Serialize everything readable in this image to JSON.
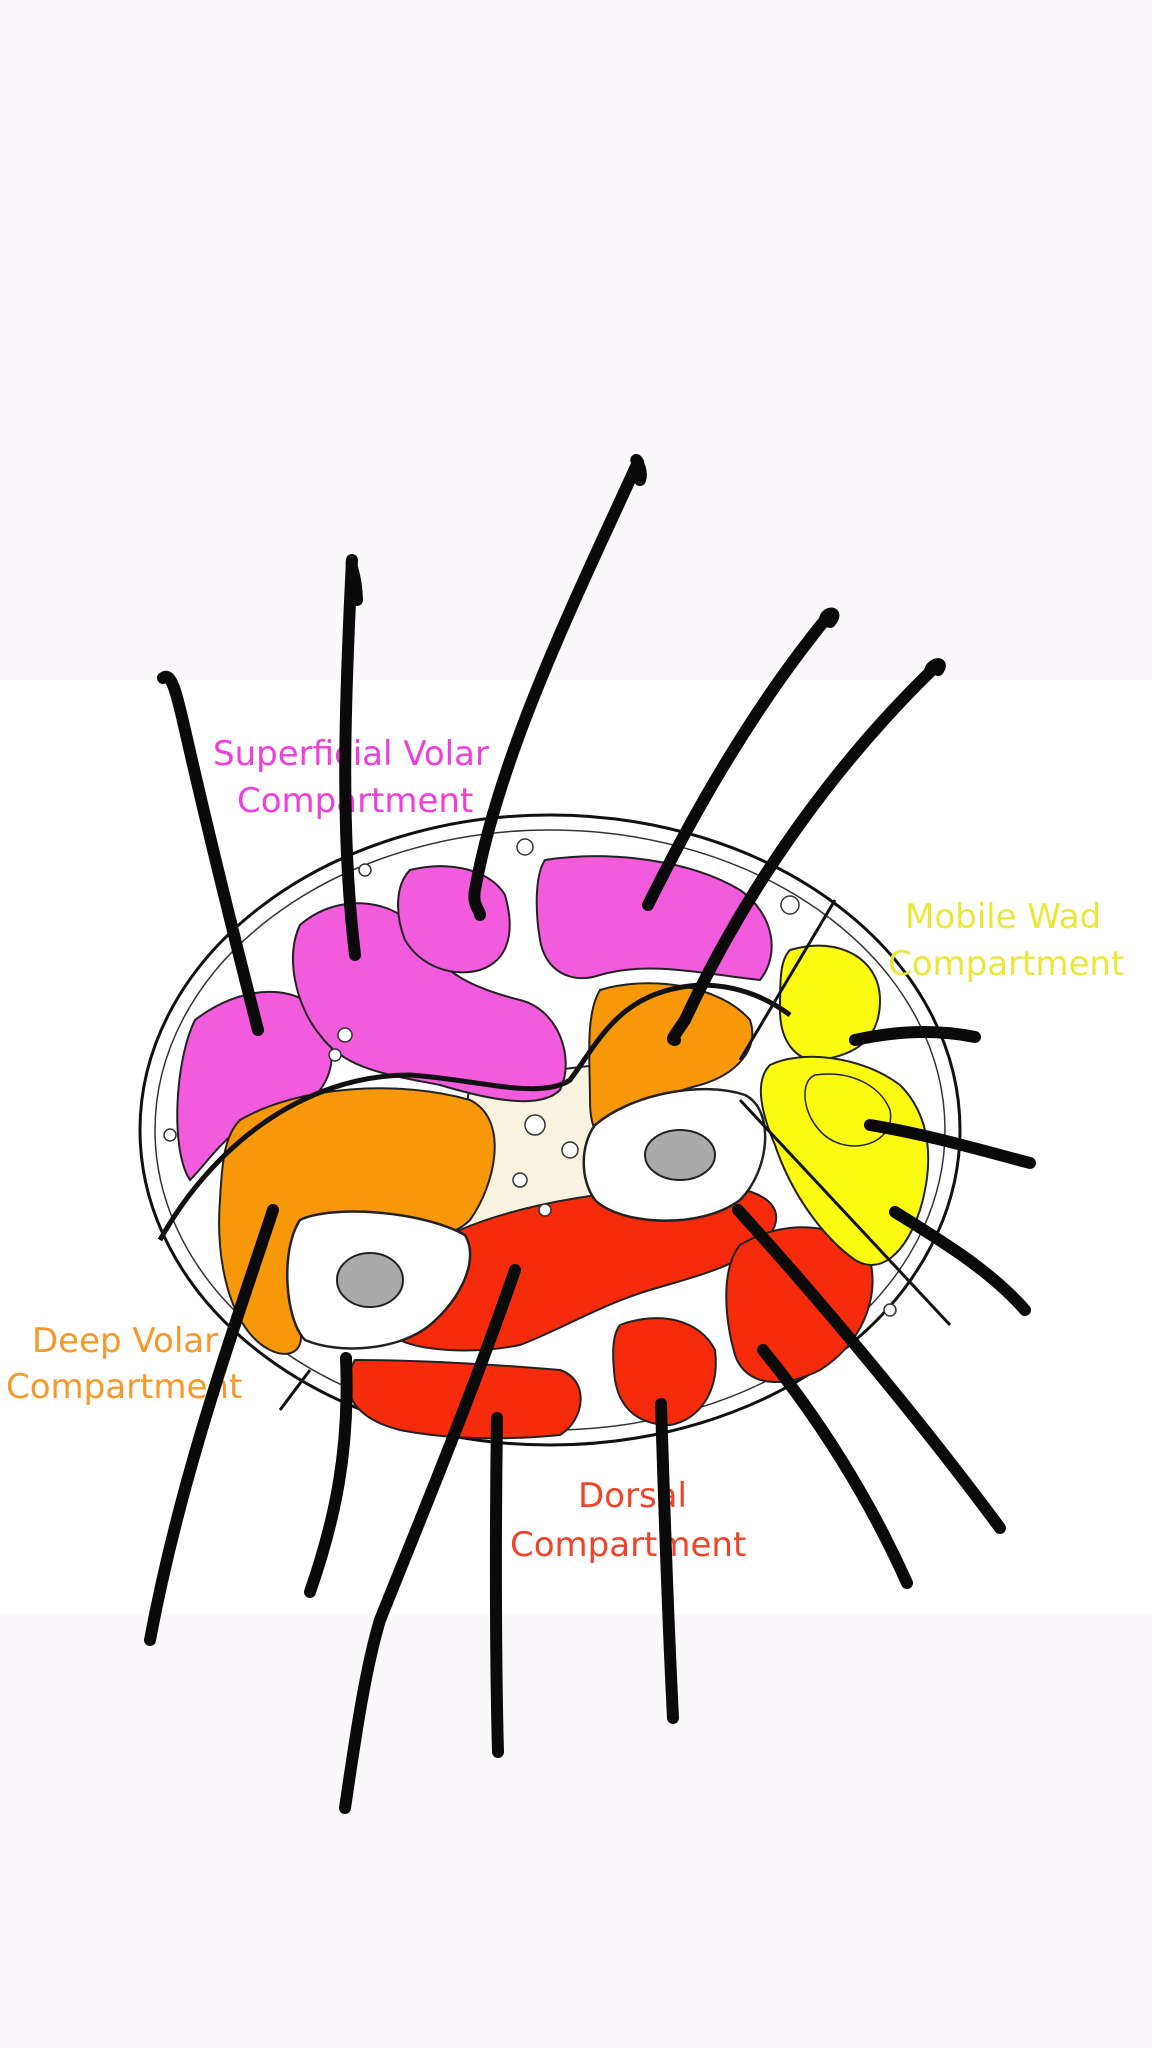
{
  "labels": {
    "superficial_volar": {
      "line1": "Superficial Volar",
      "line2": "Compartment"
    },
    "mobile_wad": {
      "line1": "Mobile Wad",
      "line2": "Compartment"
    },
    "deep_volar": {
      "line1": "Deep Volar",
      "line2": "Compartment"
    },
    "dorsal": {
      "line1": "Dorsal",
      "line2": "Compartment"
    }
  },
  "colors": {
    "superficial_volar": "#f25cdc",
    "mobile_wad": "#fbfb12",
    "deep_volar": "#f79808",
    "dorsal": "#f52b0c",
    "bone": "#ffffff",
    "fat": "#f7f3df",
    "outline": "#111111",
    "background": "#fbf8fb",
    "panel": "#ffffff"
  }
}
